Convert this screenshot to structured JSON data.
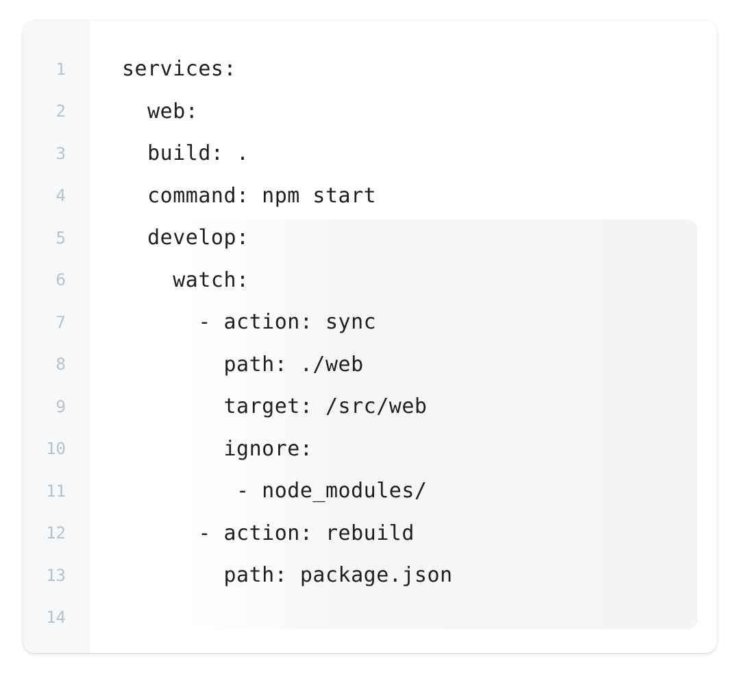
{
  "editor": {
    "lines": [
      {
        "number": "1",
        "text": "services:"
      },
      {
        "number": "2",
        "text": "  web:"
      },
      {
        "number": "3",
        "text": "  build: ."
      },
      {
        "number": "4",
        "text": "  command: npm start"
      },
      {
        "number": "5",
        "text": "  develop:"
      },
      {
        "number": "6",
        "text": "    watch:"
      },
      {
        "number": "7",
        "text": "      - action: sync"
      },
      {
        "number": "8",
        "text": "        path: ./web"
      },
      {
        "number": "9",
        "text": "        target: /src/web"
      },
      {
        "number": "10",
        "text": "        ignore:"
      },
      {
        "number": "11",
        "text": "         - node_modules/"
      },
      {
        "number": "12",
        "text": "      - action: rebuild"
      },
      {
        "number": "13",
        "text": "        path: package.json"
      },
      {
        "number": "14",
        "text": ""
      }
    ]
  },
  "colors": {
    "gutter_bg": "#f6f8fa",
    "line_number": "#b8c2cc",
    "code_text": "#1f1f1f",
    "highlight": "#f2f4f6"
  }
}
